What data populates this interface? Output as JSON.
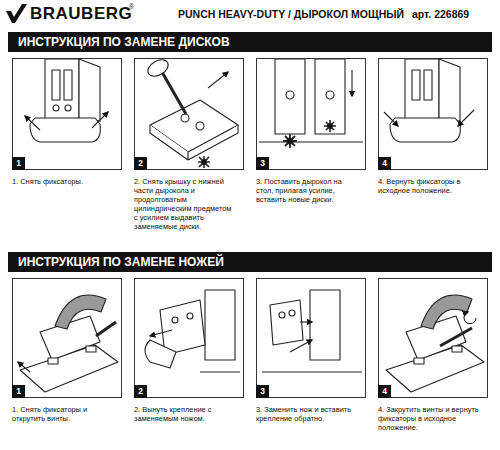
{
  "diagram": {
    "title": "PUNCH HEAVY-DUTY / ДЫРОКОЛ МОЩНЫЙ",
    "nodes": [
      {
        "text": [
          "ИНСТРУКЦИЯ ПО ЗАМЕНЕ ДИСКОВ"
        ]
      },
      {
        "text": [
          "1",
          "1. Снять фиксаторы."
        ]
      },
      {
        "text": [
          "2",
          "2. Снять крышку с нижней части дырокола и продолговатым цилиндрическим предметом с усилием выдавить заменяемые диски."
        ]
      },
      {
        "text": [
          "3",
          "3. Поставить дырокол на стол, прилагая усилие, вставить новые диски."
        ]
      },
      {
        "text": [
          "4",
          "4. Вернуть фиксаторы в исходное положение."
        ]
      },
      {
        "text": [
          "ИНСТРУКЦИЯ ПО ЗАМЕНЕ НОЖЕЙ"
        ]
      },
      {
        "text": [
          "1",
          "1. Снять фиксаторы и открутить винты."
        ]
      },
      {
        "text": [
          "2",
          "2. Вынуть крепление с заменяемым ножом."
        ]
      },
      {
        "text": [
          "3",
          "3. Заменить нож и вставить крепление обратно."
        ]
      },
      {
        "text": [
          "4",
          "4. Закрутить винты и вернуть фиксаторы в исходное положение."
        ]
      }
    ],
    "labels": [
      "BRAUBERG",
      "®",
      "арт. 226869"
    ]
  }
}
